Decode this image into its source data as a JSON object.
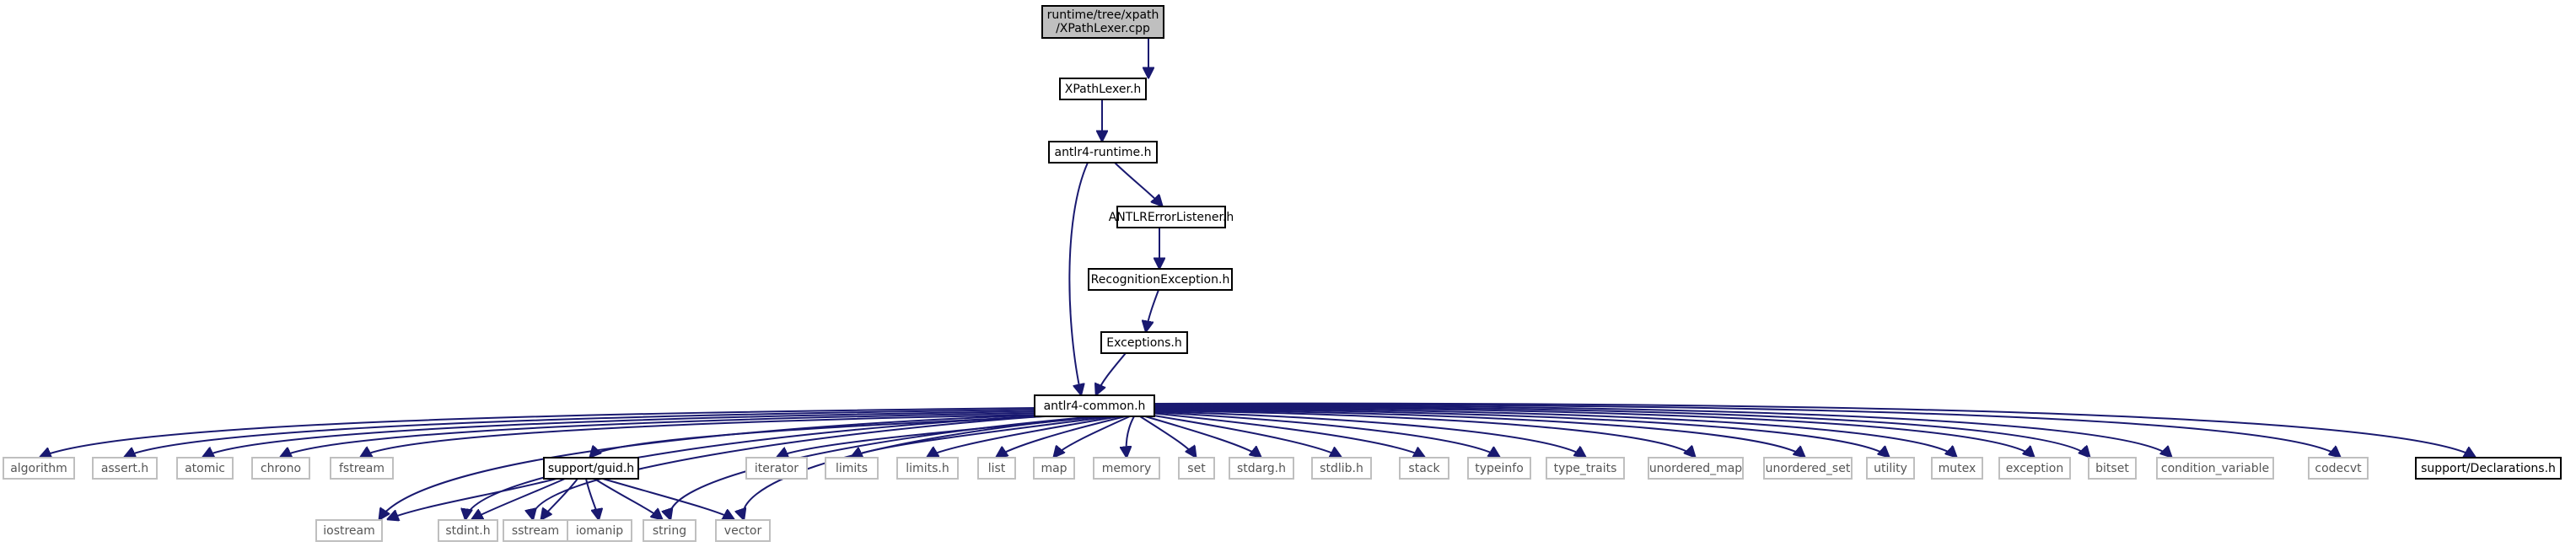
{
  "colors": {
    "edge": "#191970",
    "root_fill": "#bfbfbf",
    "solid_border": "#000000",
    "grey_border": "#bfbfbf",
    "grey_text": "#555555"
  },
  "nodes": {
    "root": {
      "line1": "runtime/tree/xpath",
      "line2": "/XPathLexer.cpp"
    },
    "xpathlexer_h": "XPathLexer.h",
    "antlr4_runtime_h": "antlr4-runtime.h",
    "antlrerrorlistener_h": "ANTLRErrorListener.h",
    "recognitionexception_h": "RecognitionException.h",
    "exceptions_h": "Exceptions.h",
    "antlr4_common_h": "antlr4-common.h",
    "algorithm": "algorithm",
    "assert_h": "assert.h",
    "atomic": "atomic",
    "chrono": "chrono",
    "fstream": "fstream",
    "support_guid_h": "support/guid.h",
    "iterator": "iterator",
    "limits": "limits",
    "limits_h": "limits.h",
    "list": "list",
    "map": "map",
    "memory": "memory",
    "set": "set",
    "stdarg_h": "stdarg.h",
    "stdlib_h": "stdlib.h",
    "stack": "stack",
    "typeinfo": "typeinfo",
    "type_traits": "type_traits",
    "unordered_map": "unordered_map",
    "unordered_set": "unordered_set",
    "utility": "utility",
    "mutex": "mutex",
    "exception": "exception",
    "bitset": "bitset",
    "condition_variable": "condition_variable",
    "codecvt": "codecvt",
    "support_declarations_h": "support/Declarations.h",
    "iostream": "iostream",
    "stdint_h": "stdint.h",
    "sstream": "sstream",
    "iomanip": "iomanip",
    "string": "string",
    "vector": "vector"
  }
}
